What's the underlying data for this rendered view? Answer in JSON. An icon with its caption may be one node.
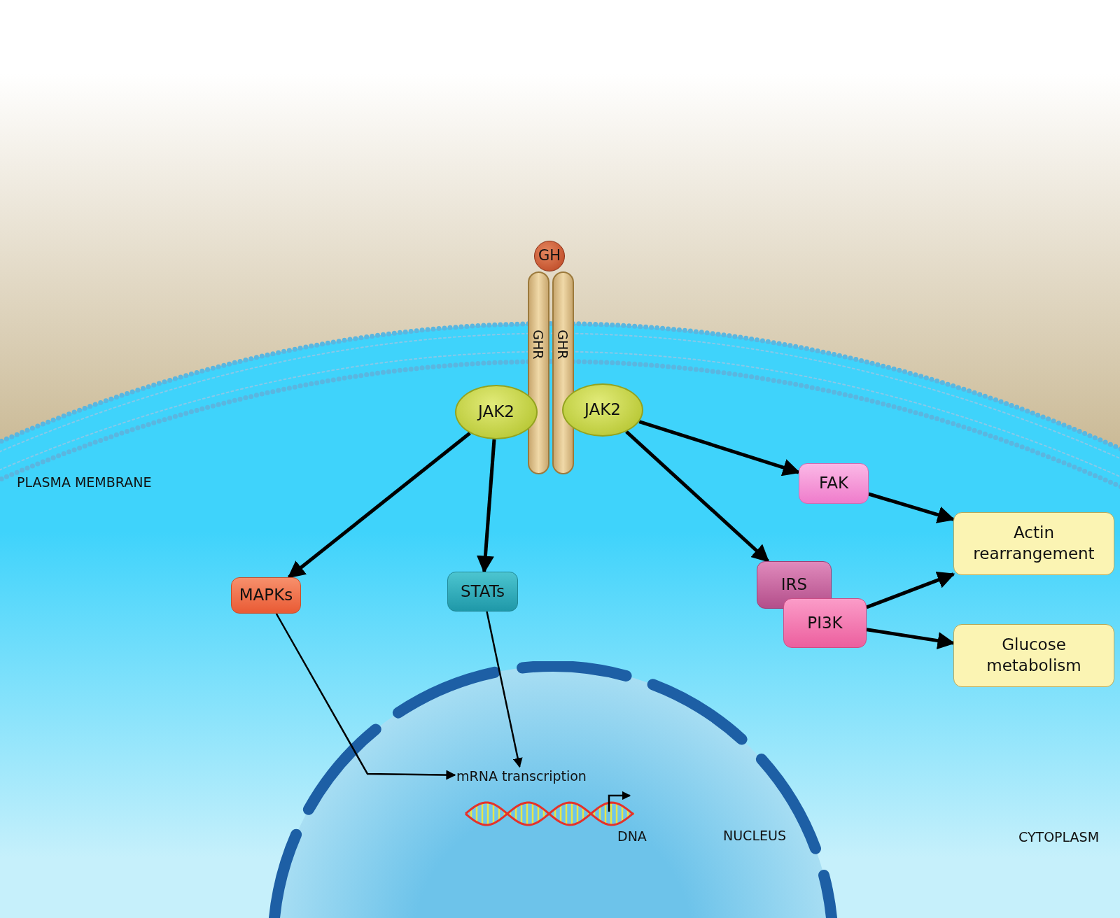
{
  "diagram": {
    "nodes": [
      {
        "text": [
          "GH"
        ]
      },
      {
        "text": [
          "GHR"
        ]
      },
      {
        "text": [
          "GHR"
        ]
      },
      {
        "text": [
          "JAK2"
        ]
      },
      {
        "text": [
          "JAK2"
        ]
      },
      {
        "text": [
          "FAK"
        ]
      },
      {
        "text": [
          "MAPKs"
        ]
      },
      {
        "text": [
          "STATs"
        ]
      },
      {
        "text": [
          "IRS"
        ]
      },
      {
        "text": [
          "PI3K"
        ]
      },
      {
        "text": [
          "Actin rearrangement"
        ]
      },
      {
        "text": [
          "Glucose metabolism"
        ]
      },
      {
        "text": [
          "NUCLEUS"
        ]
      },
      {
        "text": [
          "mRNA transcription"
        ],
        "in": 12
      }
    ],
    "edges": [
      {
        "from": 3,
        "to": 6,
        "arrow": "to"
      },
      {
        "from": 3,
        "to": 7,
        "arrow": "to"
      },
      {
        "from": 4,
        "to": 8,
        "arrow": "to"
      },
      {
        "from": 4,
        "to": 5,
        "arrow": "to"
      },
      {
        "from": 5,
        "to": 10,
        "arrow": "to"
      },
      {
        "from": 9,
        "to": 10,
        "arrow": "to"
      },
      {
        "from": 9,
        "to": 11,
        "arrow": "to"
      },
      {
        "from": 6,
        "to": 13,
        "arrow": "to"
      },
      {
        "from": 7,
        "to": 13,
        "arrow": "to"
      }
    ],
    "labels": [
      "PLASMA MEMBRANE",
      "DNA",
      "CYTOPLASM"
    ]
  }
}
